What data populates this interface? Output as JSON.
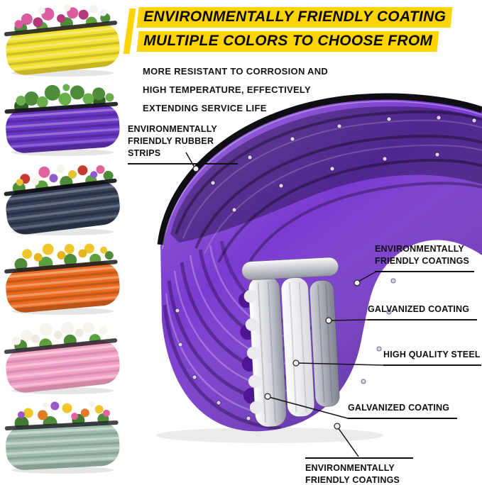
{
  "header": {
    "accent_color": "#FFD402",
    "title_line1": "ENVIRONMENTALLY FRIENDLY COATING",
    "title_line2": "MULTIPLE COLORS TO CHOOSE FROM",
    "subtitle_line1": "MORE RESISTANT TO CORROSION AND",
    "subtitle_line2": "HIGH TEMPERATURE, EFFECTIVELY",
    "subtitle_line3": "EXTENDING SERVICE LIFE"
  },
  "diagram": {
    "rubber_label_line1": "ENVIRONMENTALLY",
    "rubber_label_line2": "FRIENDLY RUBBER STRIPS",
    "bed_color": "#7A3BD0",
    "bed_color_dark": "#4E1694",
    "rim_color": "#0E0E14",
    "steel_color": "#C9C9D2",
    "layer_callouts": [
      {
        "line1": "ENVIRONMENTALLY",
        "line2": "FRIENDLY COATINGS"
      },
      {
        "line1": "GALVANIZED COATING",
        "line2": ""
      },
      {
        "line1": "HIGH QUALITY STEEL",
        "line2": ""
      },
      {
        "line1": "GALVANIZED COATING",
        "line2": ""
      },
      {
        "line1": "ENVIRONMENTALLY",
        "line2": "FRIENDLY COATINGS"
      }
    ]
  },
  "products": [
    {
      "name": "yellow raised garden bed",
      "color": "#F2DF2E"
    },
    {
      "name": "purple raised garden bed",
      "color": "#6A34C4"
    },
    {
      "name": "navy raised garden bed",
      "color": "#39425C"
    },
    {
      "name": "orange raised garden bed",
      "color": "#EA6A1F"
    },
    {
      "name": "pink raised garden bed",
      "color": "#F2A0C4"
    },
    {
      "name": "green raised garden bed",
      "color": "#9FBDAD"
    }
  ]
}
